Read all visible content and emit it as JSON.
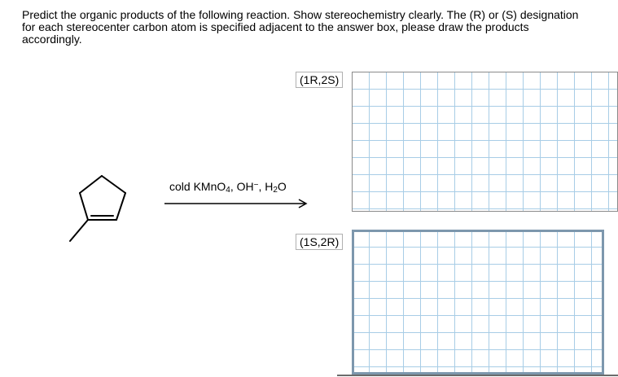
{
  "question": {
    "text": "Predict the organic products of the following reaction. Show stereochemistry clearly. The (R) or (S) designation\nfor each stereocenter carbon atom is specified adjacent to the answer box, please draw the products\naccordingly."
  },
  "reaction": {
    "reagent_prefix": "cold KMnO",
    "reagent_sub1": "4",
    "reagent_mid": ", OH",
    "reagent_sup": "−",
    "reagent_mid2": ", H",
    "reagent_sub2": "2",
    "reagent_suffix": "O"
  },
  "answers": [
    {
      "label": "(1R,2S)"
    },
    {
      "label": "(1S,2R)"
    }
  ],
  "colors": {
    "grid": "#a8cde6",
    "active_border": "#7d97ad"
  }
}
